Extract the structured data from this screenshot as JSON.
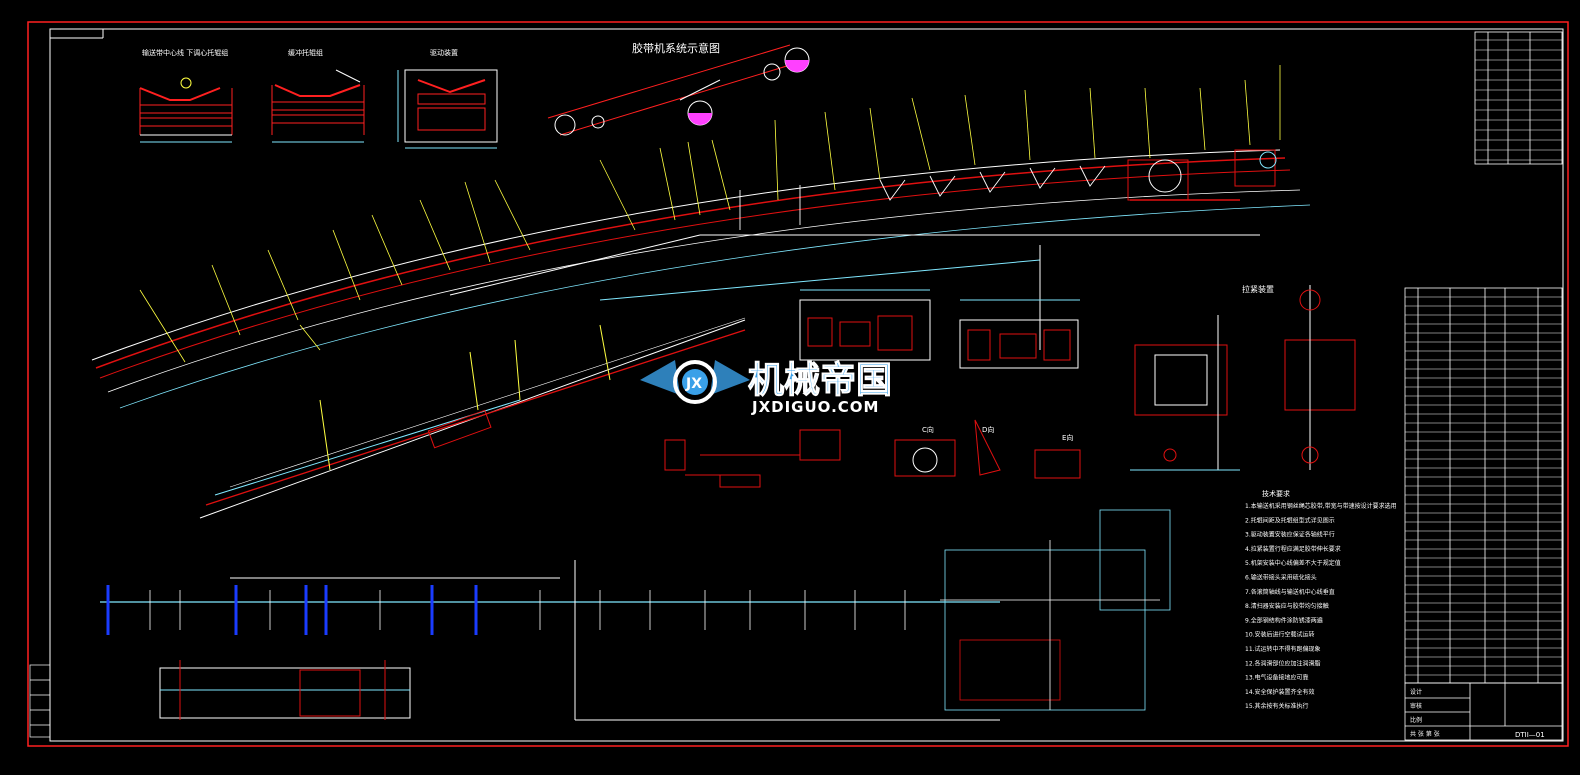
{
  "drawing": {
    "main_title": "胶带机系统示意图",
    "view_labels": {
      "carrier_idler": "输送带中心线  下调心托辊组",
      "return_idler": "缓冲托辊组",
      "frame_section": "驱动装置",
      "tension_device": "拉紧装置"
    },
    "section_labels": [
      "C向",
      "D向",
      "E向"
    ],
    "notes_heading": "技术要求",
    "notes": [
      "1.本输送机采用钢丝绳芯胶带,带宽与带速按设计要求选用",
      "2.托辊间距及托辊组型式详见图示",
      "3.驱动装置安装应保证各轴线平行",
      "4.拉紧装置行程应满足胶带伸长要求",
      "5.机架安装中心线偏差不大于规定值",
      "6.输送带接头采用硫化接头",
      "7.各滚筒轴线与输送机中心线垂直",
      "8.清扫器安装应与胶带均匀接触",
      "9.全部钢结构件涂防锈漆两遍",
      "10.安装后进行空载试运转",
      "11.试运转中不得有跑偏现象",
      "12.各润滑部位应加注润滑脂",
      "13.电气设备接地应可靠",
      "14.安全保护装置齐全有效",
      "15.其余按有关标准执行"
    ],
    "drawing_number": "DTII—01",
    "title_block": {
      "designer": "设计",
      "checker": "审核",
      "scale": "比例",
      "sheet": "共 张 第 张"
    }
  },
  "watermark": {
    "chinese": "机械帝国",
    "latin": "JXDIGUO.COM"
  },
  "colors": {
    "background": "#000000",
    "frame": "#ff2020",
    "line": "#ffffff",
    "conveyor": "#e01010",
    "dimension": "#80e8ff",
    "leader": "#ffff40",
    "marker": "#ff40ff",
    "watermark": "#3aa0e8"
  }
}
